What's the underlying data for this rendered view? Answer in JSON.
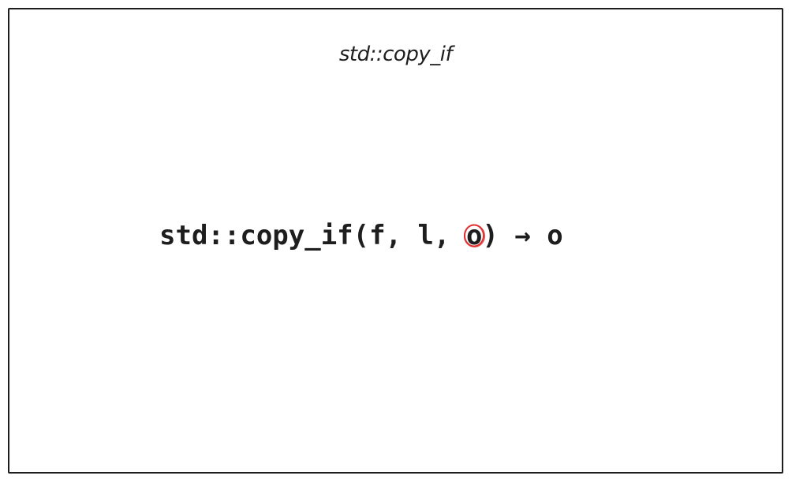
{
  "diagram": {
    "title": "std::copy_if",
    "signature": {
      "prefix": "std::copy_if(f, l, ",
      "highlighted_param": "o",
      "suffix": ") → o"
    },
    "highlight_color": "#e03131",
    "stroke_color": "#1e1e1e"
  }
}
